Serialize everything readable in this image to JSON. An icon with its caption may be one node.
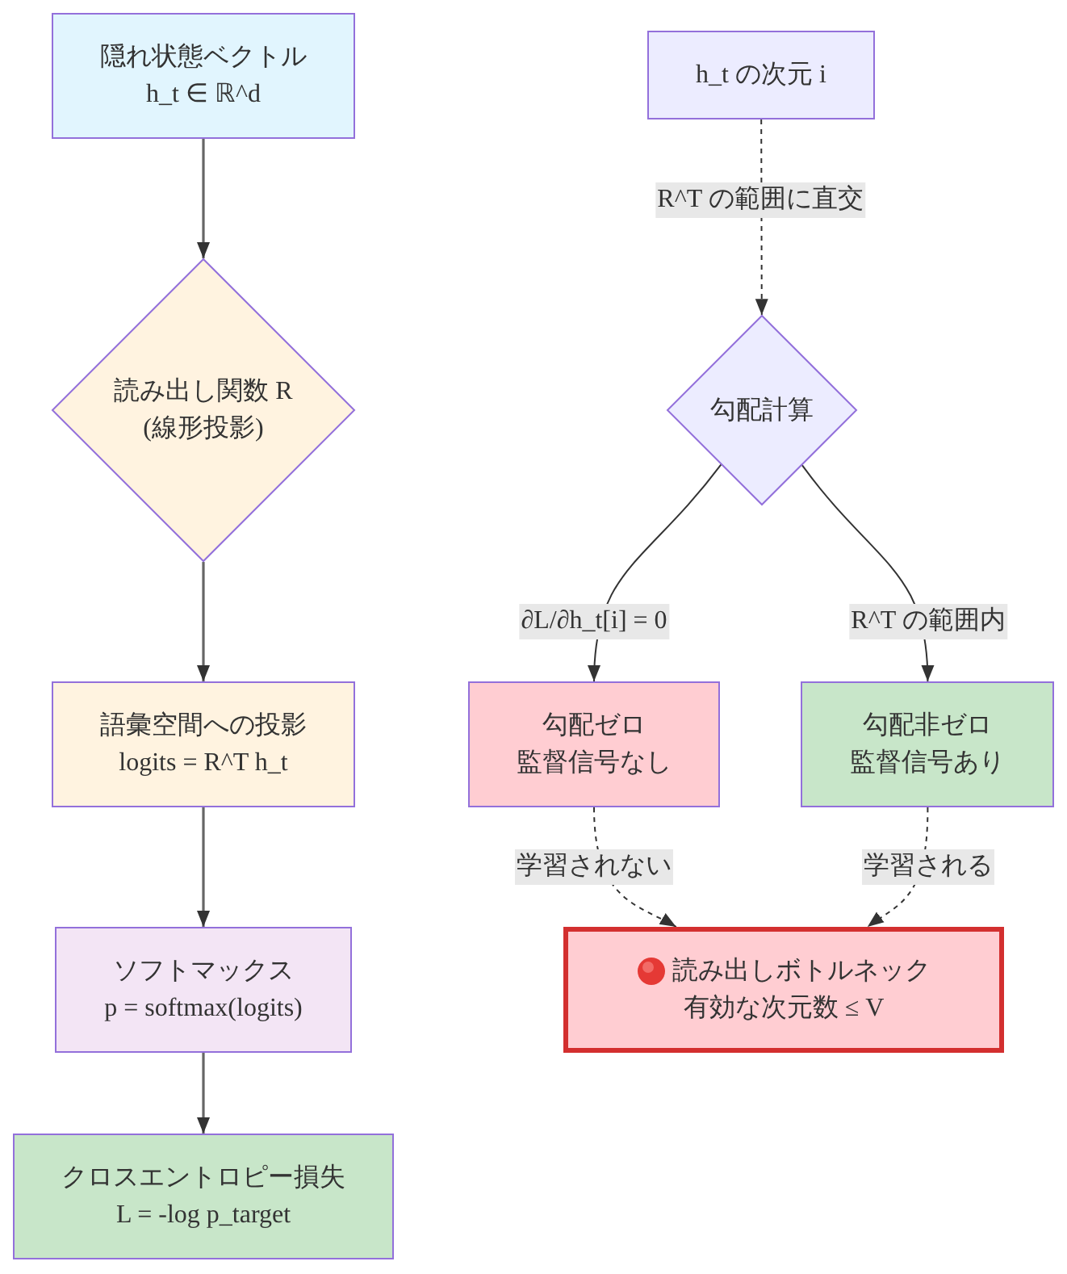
{
  "diagram": {
    "nodes": [
      {
        "text": [
          "隠れ状態ベクトル",
          "h_t ∈ ℝ^d"
        ]
      },
      {
        "text": [
          "読み出し関数 R",
          "(線形投影)"
        ]
      },
      {
        "text": [
          "語彙空間への投影",
          "logits = R^T h_t"
        ]
      },
      {
        "text": [
          "ソフトマックス",
          "p = softmax(logits)"
        ]
      },
      {
        "text": [
          "クロスエントロピー損失",
          "L = -log p_target"
        ]
      },
      {
        "text": [
          "h_t の次元 i"
        ]
      },
      {
        "text": [
          "勾配計算"
        ]
      },
      {
        "text": [
          "勾配ゼロ",
          "監督信号なし"
        ]
      },
      {
        "text": [
          "勾配非ゼロ",
          "監督信号あり"
        ]
      },
      {
        "text": [
          "読み出しボトルネック",
          "有効な次元数 ≤ V"
        ]
      }
    ],
    "edges": [
      {
        "from": 0,
        "to": 1,
        "arrow": "to",
        "color": "#666666"
      },
      {
        "from": 1,
        "to": 2,
        "arrow": "to",
        "color": "#666666"
      },
      {
        "from": 2,
        "to": 3,
        "arrow": "to",
        "color": "#666666"
      },
      {
        "from": 3,
        "to": 4,
        "arrow": "to",
        "color": "#666666"
      },
      {
        "from": 5,
        "to": 6,
        "arrow": "to",
        "style": "dashed",
        "label": "R^T の範囲に直交"
      },
      {
        "from": 6,
        "to": 7,
        "arrow": "to",
        "label": "∂L/∂h_t[i] = 0"
      },
      {
        "from": 6,
        "to": 8,
        "arrow": "to",
        "label": "R^T の範囲内"
      },
      {
        "from": 7,
        "to": 9,
        "arrow": "to",
        "style": "dashed",
        "label": "学習されない"
      },
      {
        "from": 8,
        "to": 9,
        "arrow": "to",
        "style": "dashed",
        "label": "学習される"
      }
    ]
  }
}
